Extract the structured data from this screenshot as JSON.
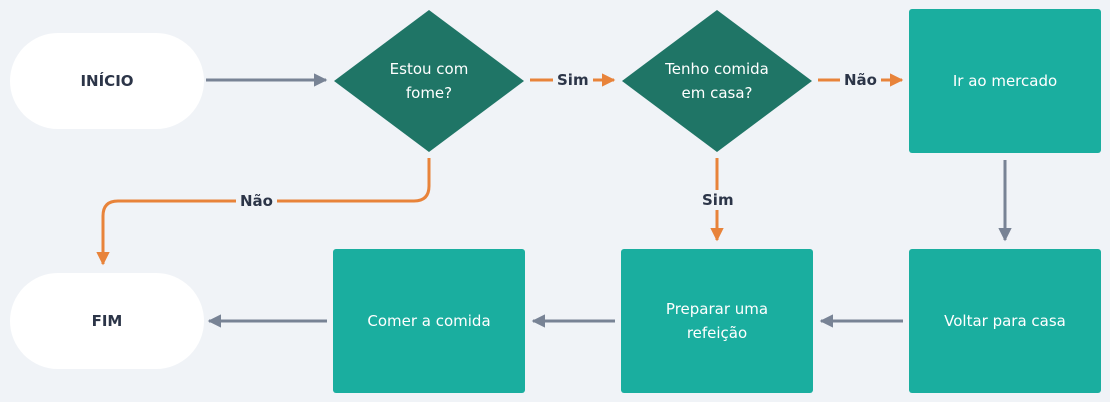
{
  "colors": {
    "background": "#f0f3f7",
    "terminal": "#ffffff",
    "decision": "#1f7566",
    "process": "#1aae9f",
    "edge_primary": "#788395",
    "edge_branch": "#e8833a",
    "text_dark": "#2c3548"
  },
  "nodes": {
    "start": "INÍCIO",
    "end": "FIM",
    "hungry": "Estou com fome?",
    "food_home": "Tenho comida em casa?",
    "market": "Ir ao mercado",
    "back_home": "Voltar para casa",
    "prepare": "Preparar uma refeição",
    "eat": "Comer a comida"
  },
  "edge_labels": {
    "hungry_yes": "Sim",
    "hungry_no": "Não",
    "food_no": "Não",
    "food_yes": "Sim"
  }
}
